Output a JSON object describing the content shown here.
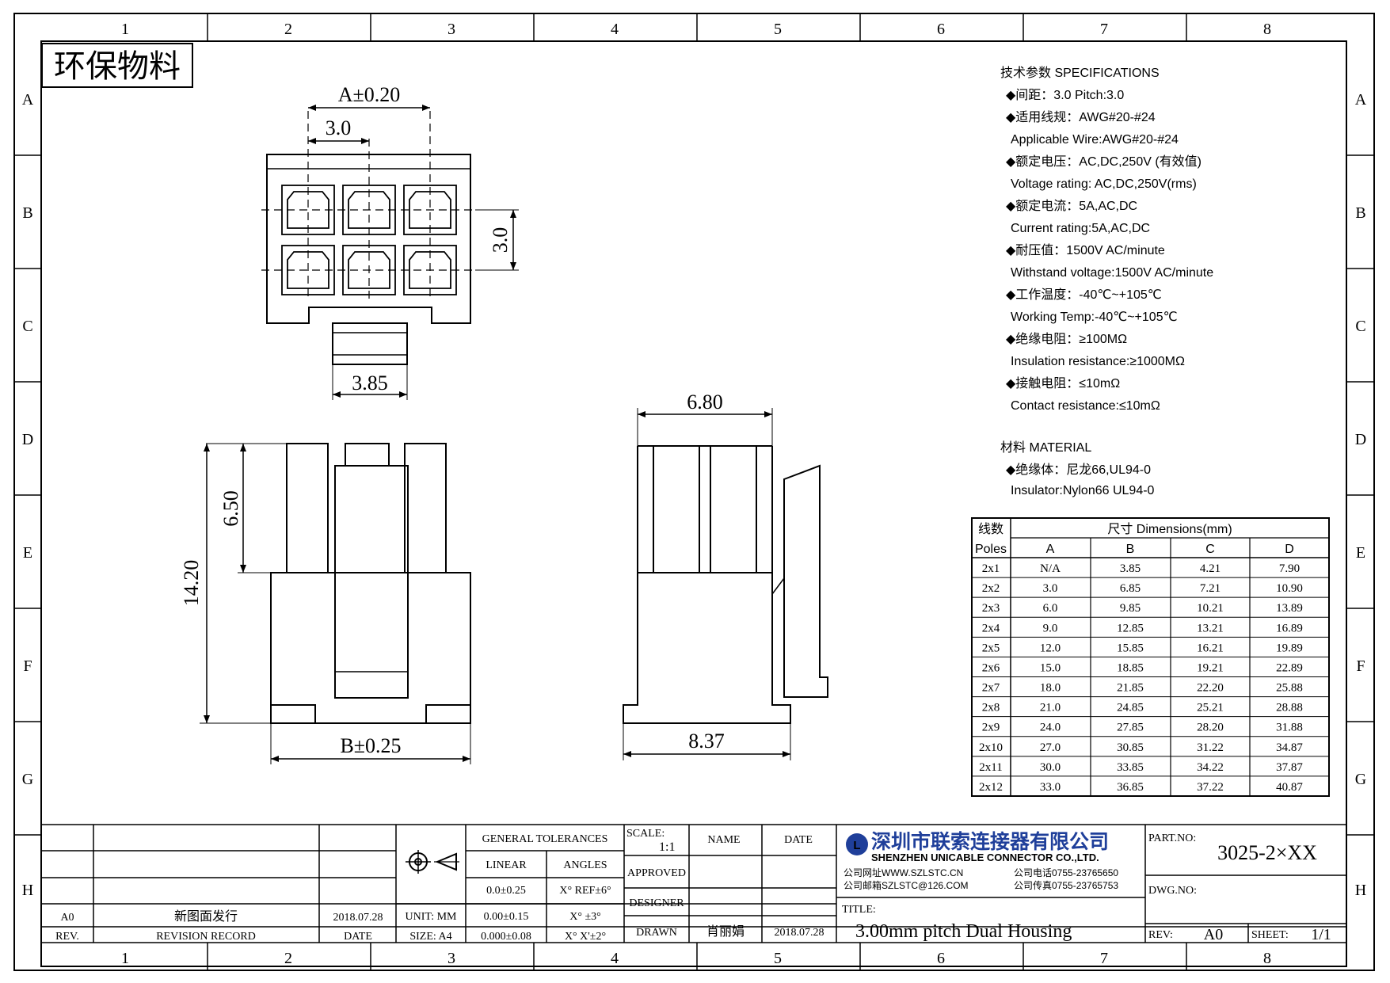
{
  "frame": {
    "columns": [
      "1",
      "2",
      "3",
      "4",
      "5",
      "6",
      "7",
      "8"
    ],
    "rows": [
      "A",
      "B",
      "C",
      "D",
      "E",
      "F",
      "G",
      "H"
    ]
  },
  "stamp": "环保物料",
  "dims": {
    "a": "A±0.20",
    "pitch_h": "3.0",
    "pitch_v": "3.0",
    "latch": "3.85",
    "d650": "6.50",
    "d1420": "14.20",
    "b": "B±0.25",
    "d680": "6.80",
    "d837": "8.37"
  },
  "specs": {
    "heading": "技术参数  SPECIFICATIONS",
    "lines": [
      "◆间距：3.0      Pitch:3.0",
      "◆适用线规：AWG#20-#24",
      "  Applicable Wire:AWG#20-#24",
      "◆额定电压：AC,DC,250V (有效值)",
      "  Voltage rating: AC,DC,250V(rms)",
      "◆额定电流：5A,AC,DC",
      "  Current rating:5A,AC,DC",
      "◆耐压值：1500V AC/minute",
      "   Withstand voltage:1500V AC/minute",
      "◆工作温度：-40℃~+105℃",
      "  Working Temp:-40℃~+105℃",
      "◆绝缘电阻：≥100MΩ",
      "  Insulation resistance:≥1000MΩ",
      "◆接触电阻：≤10mΩ",
      "  Contact resistance:≤10mΩ"
    ],
    "material_heading": "材料  MATERIAL",
    "material_lines": [
      "◆绝缘体：尼龙66,UL94-0",
      "   Insulator:Nylon66 UL94-0"
    ]
  },
  "dim_table": {
    "corner_top": "线数",
    "corner_bottom": "Poles",
    "group_header": "尺寸 Dimensions(mm)",
    "columns": [
      "A",
      "B",
      "C",
      "D"
    ],
    "rows": [
      [
        "2x1",
        "N/A",
        "3.85",
        "4.21",
        "7.90"
      ],
      [
        "2x2",
        "3.0",
        "6.85",
        "7.21",
        "10.90"
      ],
      [
        "2x3",
        "6.0",
        "9.85",
        "10.21",
        "13.89"
      ],
      [
        "2x4",
        "9.0",
        "12.85",
        "13.21",
        "16.89"
      ],
      [
        "2x5",
        "12.0",
        "15.85",
        "16.21",
        "19.89"
      ],
      [
        "2x6",
        "15.0",
        "18.85",
        "19.21",
        "22.89"
      ],
      [
        "2x7",
        "18.0",
        "21.85",
        "22.20",
        "25.88"
      ],
      [
        "2x8",
        "21.0",
        "24.85",
        "25.21",
        "28.88"
      ],
      [
        "2x9",
        "24.0",
        "27.85",
        "28.20",
        "31.88"
      ],
      [
        "2x10",
        "27.0",
        "30.85",
        "31.22",
        "34.87"
      ],
      [
        "2x11",
        "30.0",
        "33.85",
        "34.22",
        "37.87"
      ],
      [
        "2x12",
        "33.0",
        "36.85",
        "37.22",
        "40.87"
      ]
    ]
  },
  "title_block": {
    "rev_row": {
      "rev": "A0",
      "record": "新图面发行",
      "date": "2018.07.28"
    },
    "rev_header": {
      "rev": "REV.",
      "record": "REVISION RECORD",
      "date": "DATE"
    },
    "unit": "UNIT: MM",
    "size": "SIZE: A4",
    "general_tolerances": "GENERAL TOLERANCES",
    "linear_label": "LINEAR",
    "angles_label": "ANGLES",
    "linear_values": [
      "0.0±0.25",
      "0.00±0.15",
      "0.000±0.08"
    ],
    "angle_values": [
      "X° REF±6°",
      "X° ±3°",
      "X° X'±2°"
    ],
    "scale_label": "SCALE:",
    "scale_value": "1:1",
    "name_header": "NAME",
    "date_header": "DATE",
    "approved": "APPROVED",
    "designer": "DESIGNER",
    "drawn": "DRAWN",
    "drawn_name": "肖丽娟",
    "drawn_date": "2018.07.28",
    "company_cn": "深圳市联索连接器有限公司",
    "company_en": "SHENZHEN UNICABLE CONNECTOR CO.,LTD.",
    "web": "公司网址WWW.SZLSTC.CN",
    "email": "公司邮箱SZLSTC@126.COM",
    "phone": "公司电话0755-23765650",
    "fax": "公司传真0755-23765753",
    "title_label": "TITLE:",
    "title": "3.00mm pitch Dual Housing",
    "part_label": "PART.NO:",
    "part_no": "3025-2×XX",
    "dwg_label": "DWG.NO:",
    "rev_label": "REV:",
    "rev_value": "A0",
    "sheet_label": "SHEET:",
    "sheet_value": "1/1"
  }
}
